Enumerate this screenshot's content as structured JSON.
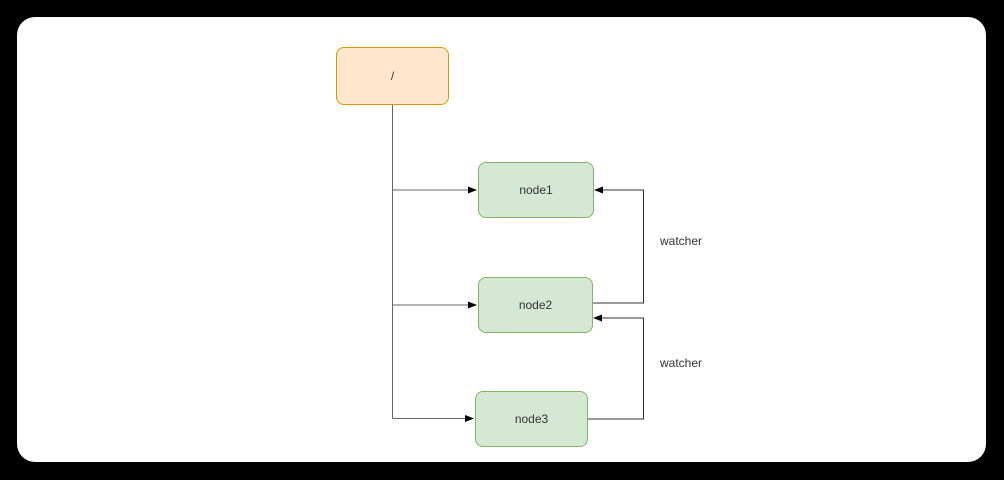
{
  "diagram": {
    "root": {
      "label": "/"
    },
    "nodes": [
      {
        "label": "node1"
      },
      {
        "label": "node2"
      },
      {
        "label": "node3"
      }
    ],
    "edges": {
      "tree": [
        {
          "from": "root",
          "to": "node1"
        },
        {
          "from": "root",
          "to": "node2"
        },
        {
          "from": "root",
          "to": "node3"
        }
      ],
      "watchers": [
        {
          "from": "node2",
          "to": "node1",
          "label": "watcher"
        },
        {
          "from": "node3",
          "to": "node2",
          "label": "watcher"
        }
      ]
    }
  },
  "colors": {
    "canvas_bg": "#000000",
    "panel_bg": "#ffffff",
    "root_fill": "#ffe6cc",
    "root_stroke": "#d79b00",
    "node_fill": "#d5e8d4",
    "node_stroke": "#82b366",
    "tree_edge": "#666666",
    "watcher_edge": "#333333",
    "arrowhead": "#000000",
    "text": "#333333"
  }
}
